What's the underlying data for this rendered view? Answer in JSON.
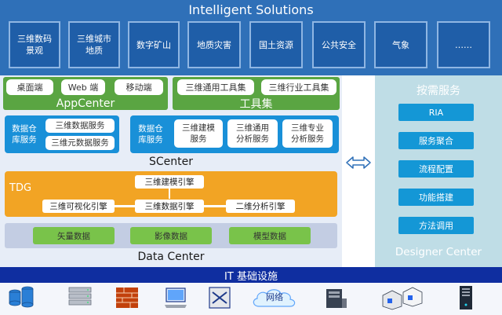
{
  "top": {
    "title": "Intelligent Solutions",
    "solutions": [
      "三维数码\n景观",
      "三维城市\n地质",
      "数字矿山",
      "地质灾害",
      "国土资源",
      "公共安全",
      "气象",
      "……"
    ]
  },
  "app_center": {
    "title": "AppCenter",
    "items": [
      "桌面端",
      "Web 端",
      "移动端"
    ]
  },
  "tools": {
    "title": "工具集",
    "items": [
      "三维通用工具集",
      "三维行业工具集"
    ]
  },
  "scenter": {
    "title": "SCenter",
    "left_label": "数据仓\n库服务",
    "left_items": [
      "三维数据服务",
      "三维元数据服务"
    ],
    "right_label": "数据仓\n库服务",
    "right_items": [
      "三维建模\n服务",
      "三维通用\n分析服务",
      "三维专业\n分析服务"
    ]
  },
  "tdg": {
    "label": "TDG",
    "engines": {
      "modeling": "三维建模引擎",
      "visualization": "三维可视化引擎",
      "data": "三维数据引擎",
      "analysis": "二维分析引擎"
    }
  },
  "data_center": {
    "title": "Data Center",
    "items": [
      "矢量数据",
      "影像数据",
      "模型数据"
    ]
  },
  "designer": {
    "title": "按需服务",
    "items": [
      "RIA",
      "服务聚合",
      "流程配置",
      "功能搭建",
      "方法调用"
    ],
    "footer": "Designer Center"
  },
  "infrastructure": {
    "title": "IT 基础设施",
    "network_label": "网络",
    "icons": [
      "database-icon",
      "server-rack-icon",
      "firewall-icon",
      "monitor-icon",
      "switch-icon",
      "network-cloud-icon",
      "workstation-icon",
      "cube-servers-icon",
      "tower-server-icon"
    ]
  },
  "colors": {
    "top_band": "#2f70b8",
    "green": "#5aa542",
    "blue": "#1990d8",
    "orange": "#f2a424",
    "designer_bg": "#bfdde6",
    "it_band": "#0f2ea0"
  }
}
